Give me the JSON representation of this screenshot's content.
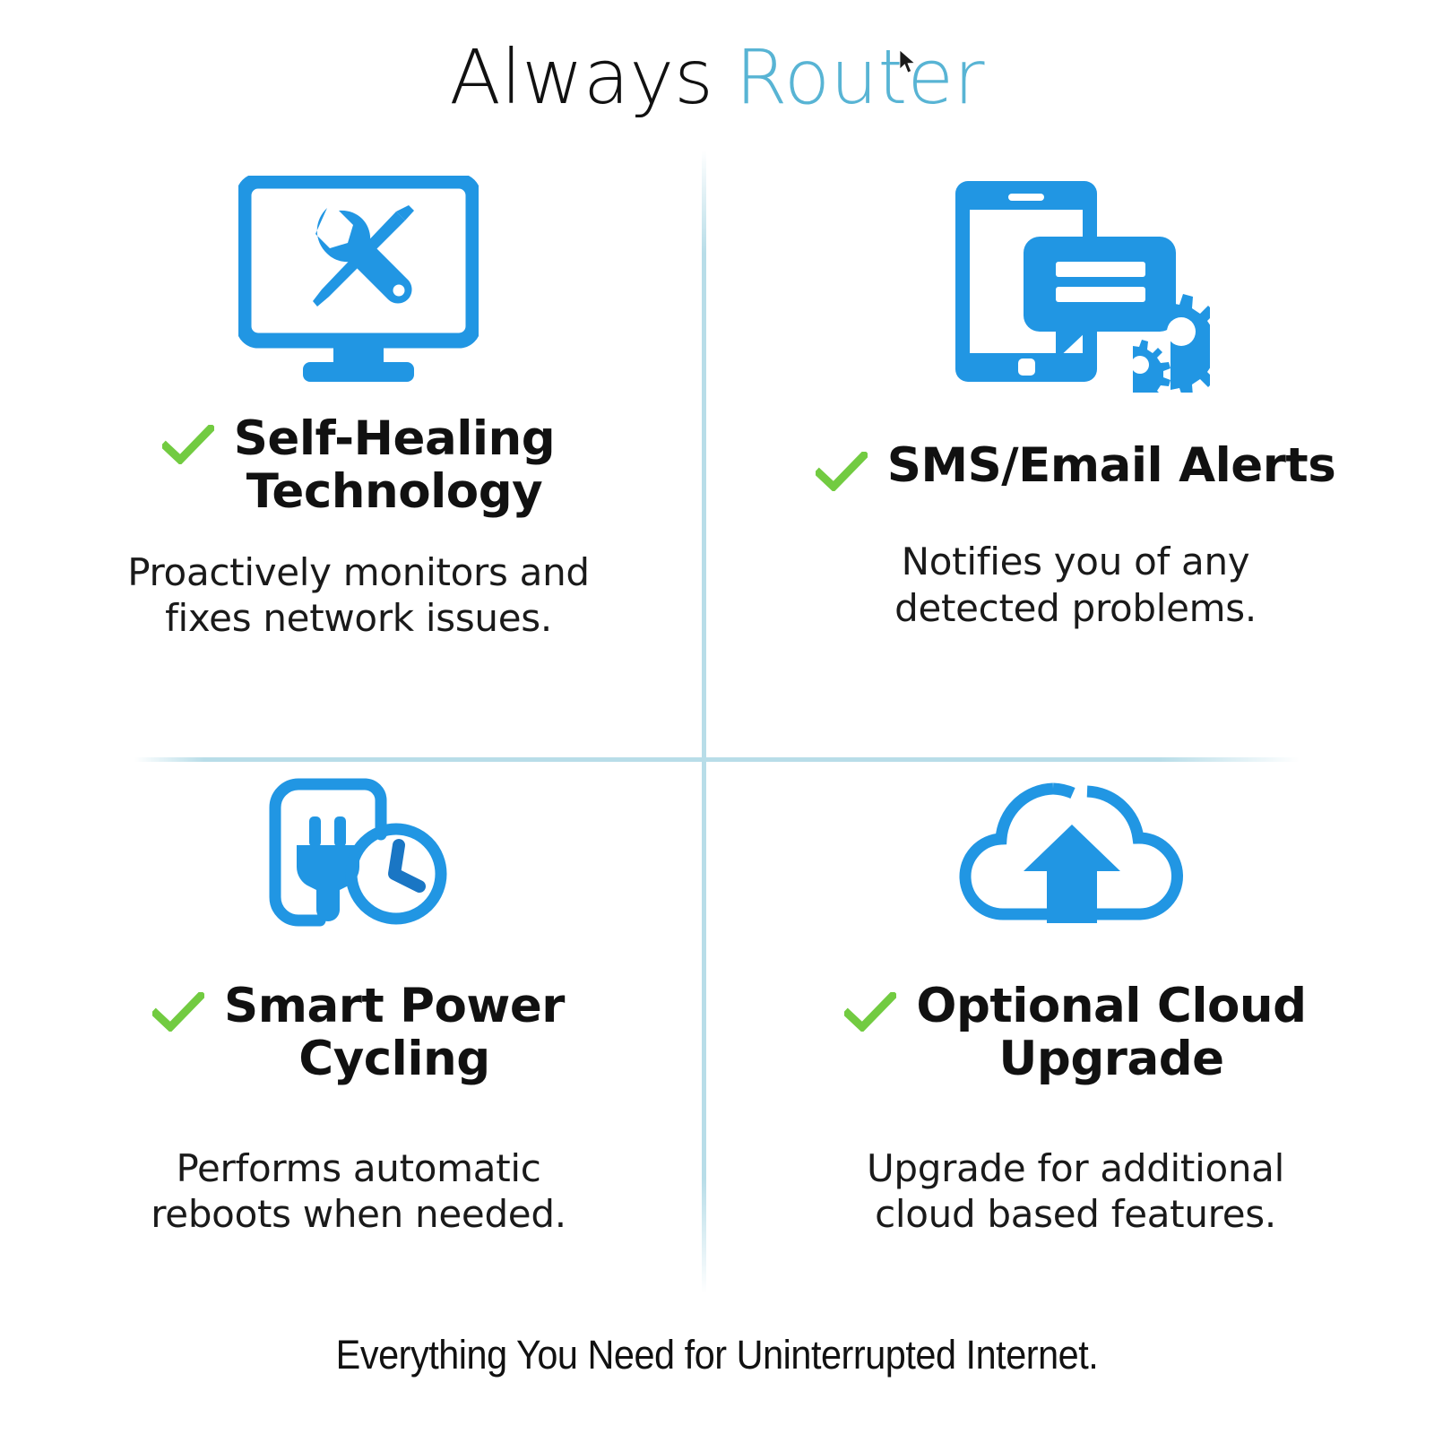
{
  "brand": {
    "name_part1": "Always",
    "name_part2": "Router",
    "color_primary": "#2196E3",
    "color_accent": "#58B4D4",
    "color_check": "#72CB41",
    "color_divider": "#b8dde8",
    "cursor_icon": "mouse-cursor-arrow"
  },
  "features": [
    {
      "icon": "monitor-with-tools-icon",
      "check": "green-checkmark-icon",
      "title": "Self-Healing Technology",
      "title_line1": "Self-Healing",
      "title_line2": "Technology",
      "description": "Proactively monitors and fixes network issues.",
      "desc_line1": "Proactively monitors and",
      "desc_line2": "fixes network issues."
    },
    {
      "icon": "smartphone-message-gears-icon",
      "check": "green-checkmark-icon",
      "title": "SMS/Email Alerts",
      "title_line1": "SMS/Email Alerts",
      "title_line2": "",
      "description": "Notifies you of any detected problems.",
      "desc_line1": "Notifies you of any",
      "desc_line2": "detected problems."
    },
    {
      "icon": "power-plug-clock-icon",
      "check": "green-checkmark-icon",
      "title": "Smart Power Cycling",
      "title_line1": "Smart Power",
      "title_line2": "Cycling",
      "description": "Performs automatic reboots when needed.",
      "desc_line1": "Performs automatic",
      "desc_line2": "reboots when needed."
    },
    {
      "icon": "cloud-upload-icon",
      "check": "green-checkmark-icon",
      "title": "Optional Cloud Upgrade",
      "title_line1": "Optional Cloud",
      "title_line2": "Upgrade",
      "description": "Upgrade for additional cloud based features.",
      "desc_line1": "Upgrade for additional",
      "desc_line2": "cloud based features."
    }
  ],
  "footer": {
    "tagline": "Everything You Need for Uninterrupted Internet."
  }
}
